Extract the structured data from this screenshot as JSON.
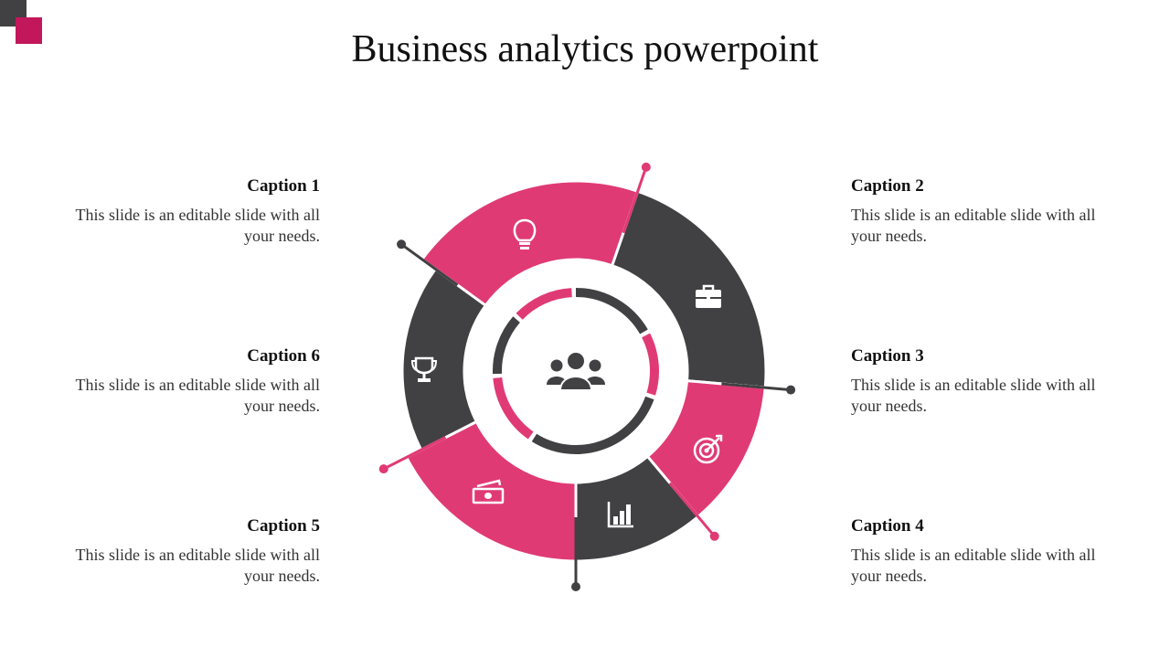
{
  "title": "Business analytics powerpoint",
  "colors": {
    "pink": "#e03a74",
    "dark": "#414042",
    "accent": "#c2185b"
  },
  "captions": [
    {
      "title": "Caption 1",
      "text": "This slide is an editable slide with all your needs."
    },
    {
      "title": "Caption 2",
      "text": "This slide is an editable slide with all your needs."
    },
    {
      "title": "Caption 3",
      "text": "This slide is an editable slide with all your needs."
    },
    {
      "title": "Caption 4",
      "text": "This slide is an editable slide with all your needs."
    },
    {
      "title": "Caption 5",
      "text": "This slide is an editable slide with all your needs."
    },
    {
      "title": "Caption 6",
      "text": "This slide is an editable slide with all your needs."
    }
  ],
  "segments": [
    {
      "icon": "lightbulb-icon",
      "color": "pink"
    },
    {
      "icon": "briefcase-icon",
      "color": "dark"
    },
    {
      "icon": "target-icon",
      "color": "pink"
    },
    {
      "icon": "bar-chart-icon",
      "color": "dark"
    },
    {
      "icon": "money-icon",
      "color": "pink"
    },
    {
      "icon": "trophy-icon",
      "color": "dark"
    }
  ],
  "center_icon": "team-icon"
}
